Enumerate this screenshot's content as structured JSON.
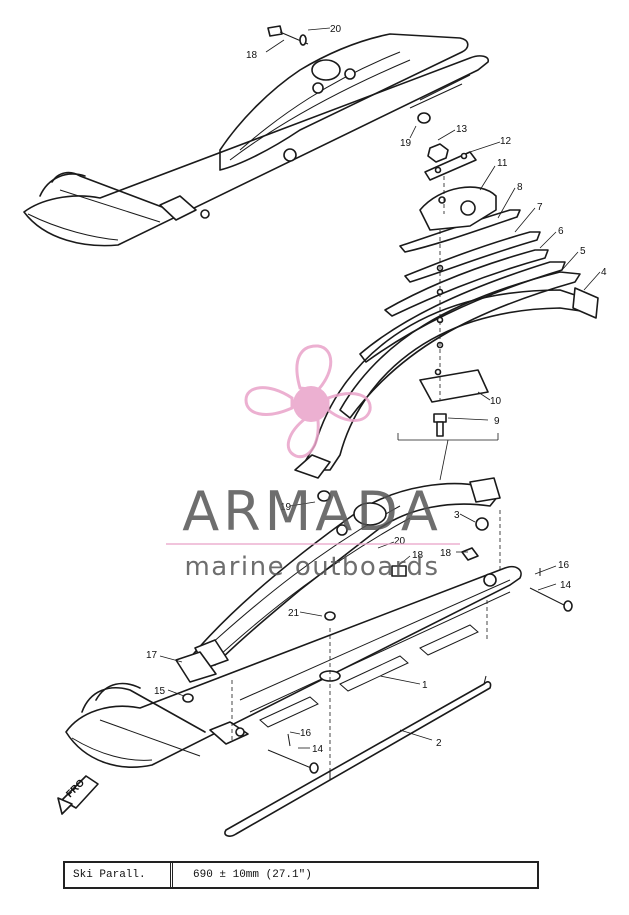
{
  "callouts": {
    "c1": "1",
    "c2": "2",
    "c3": "3",
    "c4": "4",
    "c5": "5",
    "c6": "6",
    "c7": "7",
    "c8": "8",
    "c9": "9",
    "c10": "10",
    "c11": "11",
    "c12": "12",
    "c13": "13",
    "c14a": "14",
    "c14b": "14",
    "c15": "15",
    "c16a": "16",
    "c16b": "16",
    "c17": "17",
    "c18a": "18",
    "c18b": "18",
    "c18c": "18",
    "c19a": "19",
    "c19b": "19",
    "c20a": "20",
    "c20b": "20",
    "c21": "21"
  },
  "front_marker": "FRO",
  "watermark": {
    "brand": "ARMADA",
    "tagline": "marine outboards",
    "logo_color": "#e9a3c9",
    "text_color": "#555555"
  },
  "spec": {
    "label": "Ski Parall.",
    "value": "690 ± 10mm  (27.1\")"
  }
}
